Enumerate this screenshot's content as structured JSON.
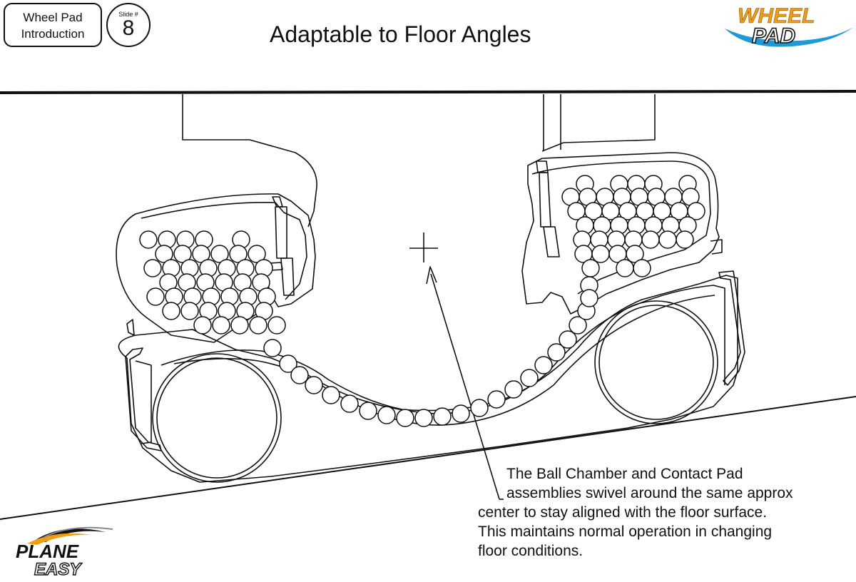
{
  "header": {
    "tag_line1": "Wheel Pad",
    "tag_line2": "Introduction",
    "slide_label": "Slide #",
    "slide_number": "8",
    "title": "Adaptable to Floor Angles"
  },
  "logos": {
    "wheel_pad": {
      "line1": "WHEEL",
      "line2": "PAD",
      "color": "#f39c12",
      "swoosh": "#1a9ad6"
    },
    "plane_easy": {
      "line1": "PLANE",
      "line2": "EASY",
      "color": "#111111",
      "accent": "#f39c12"
    }
  },
  "caption": {
    "line1": "The Ball Chamber and Contact Pad",
    "line2": "assemblies swivel around the same approx",
    "line3": "center to stay aligned with the floor surface.",
    "line4": "This maintains normal operation in changing",
    "line5": "floor conditions."
  },
  "colors": {
    "line": "#111111",
    "background": "#ffffff"
  }
}
